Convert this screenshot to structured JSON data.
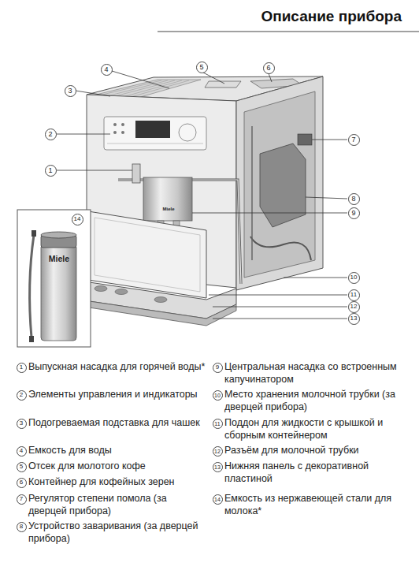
{
  "diagram": {
    "title": "Описание прибора",
    "nodes": [
      {
        "text": [
          "5"
        ]
      },
      {
        "text": [
          "6"
        ]
      },
      {
        "text": [
          "4"
        ]
      },
      {
        "text": [
          "3"
        ]
      },
      {
        "text": [
          "2"
        ]
      },
      {
        "text": [
          "7"
        ]
      },
      {
        "text": [
          "1"
        ]
      },
      {
        "text": [
          "8"
        ]
      },
      {
        "text": [
          "9"
        ]
      },
      {
        "text": [
          "14"
        ]
      },
      {
        "text": [
          "10"
        ]
      },
      {
        "text": [
          "11"
        ]
      },
      {
        "text": [
          "12"
        ]
      },
      {
        "text": [
          "13"
        ]
      },
      {
        "text": [
          "1"
        ]
      },
      {
        "text": [
          "2"
        ]
      },
      {
        "text": [
          "3"
        ]
      },
      {
        "text": [
          "4"
        ]
      },
      {
        "text": [
          "5"
        ]
      },
      {
        "text": [
          "6"
        ]
      },
      {
        "text": [
          "7"
        ]
      },
      {
        "text": [
          "8"
        ]
      },
      {
        "text": [
          "9"
        ]
      },
      {
        "text": [
          "10"
        ]
      },
      {
        "text": [
          "11"
        ]
      },
      {
        "text": [
          "12"
        ]
      },
      {
        "text": [
          "13"
        ]
      },
      {
        "text": [
          "14"
        ]
      }
    ],
    "labels": [
      "Выпускная насадка для горячей воды*",
      "Элементы управления и индикаторы",
      "Подогреваемая подставка для чашек",
      "Емкость для воды",
      "Отсек для молотого кофе",
      "Контейнер для кофейных зерен",
      "Регулятор степени помола (за дверцей прибора)",
      "Устройство заваривания (за дверцей прибора)",
      "Центральная насадка со встроенным капучинатором",
      "Место хранения молочной трубки (за дверцей прибора)",
      "Поддон для жидкости с крышкой и сборным контейнером",
      "Разъём для молочной трубки",
      "Нижняя панель с декоративной пластиной",
      "Емкость из нержавеющей стали для молока*",
      "Miele",
      "Miele"
    ]
  }
}
